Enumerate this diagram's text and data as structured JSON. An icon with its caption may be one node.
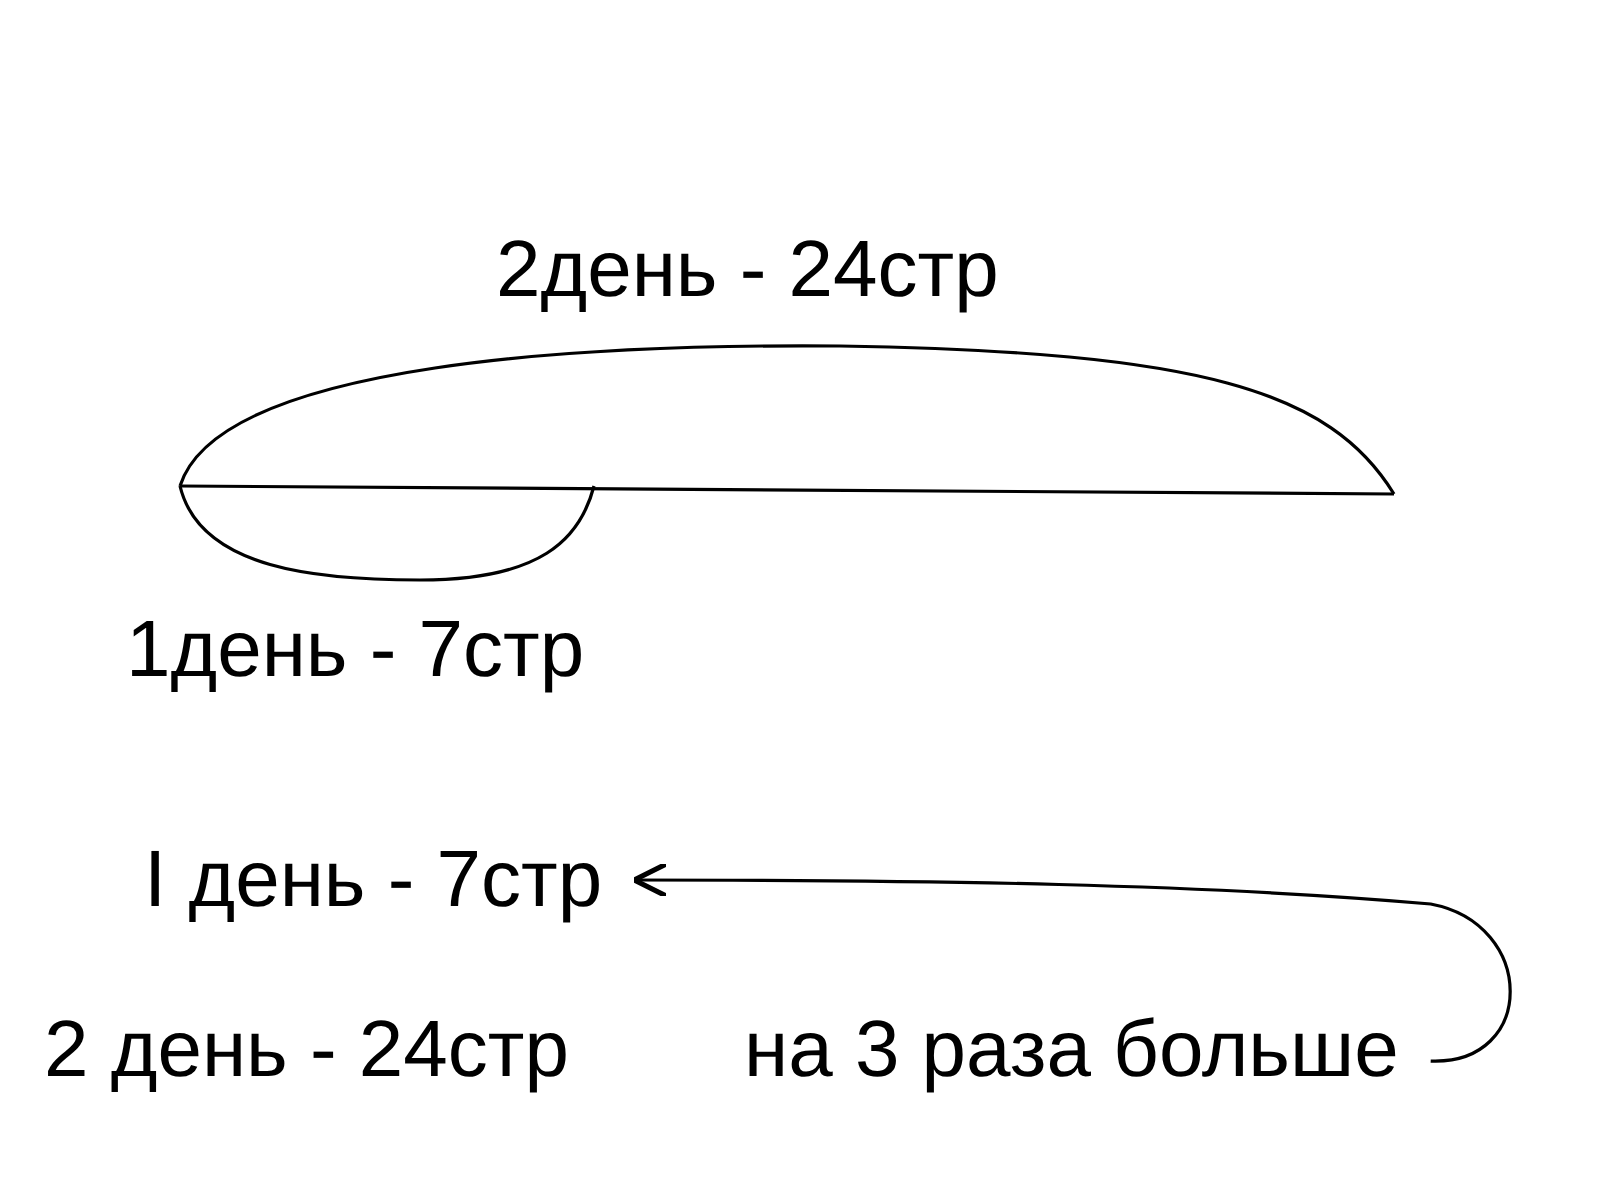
{
  "diagram": {
    "nodes": [
      {
        "text": [
          "I день - 7стр"
        ]
      },
      {
        "text": [
          "на 3 раза больше"
        ]
      }
    ],
    "edges": [
      {
        "from": 1,
        "to": 0,
        "arrow": "to"
      }
    ],
    "labels": [
      "2день - 24стр",
      "1день - 7стр",
      "2 день - 24стр"
    ]
  }
}
